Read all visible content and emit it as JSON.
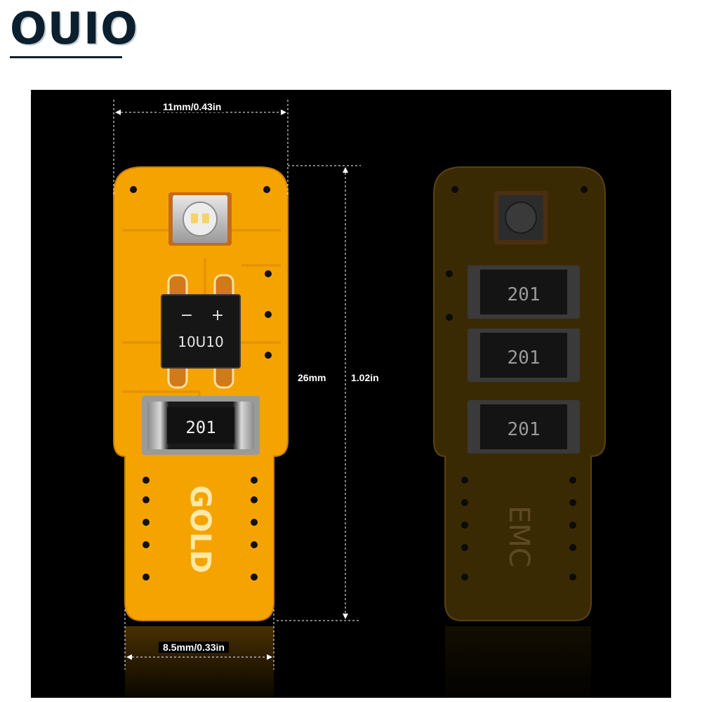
{
  "brand": {
    "logo_text": "OUIO"
  },
  "dimensions": {
    "top_width": "11mm/0.43in",
    "height_mm": "26mm",
    "height_in": "1.02in",
    "bottom_width": "8.5mm/0.33in"
  },
  "left_board": {
    "chip_polarity_minus": "−",
    "chip_polarity_plus": "+",
    "chip_code": "10U10",
    "resistor_code": "201",
    "board_label": "GOLD",
    "color": "#f5a300"
  },
  "right_board": {
    "resistor_codes": [
      "201",
      "201",
      "201"
    ],
    "board_label": "EMC",
    "color": "#3a2a04"
  }
}
